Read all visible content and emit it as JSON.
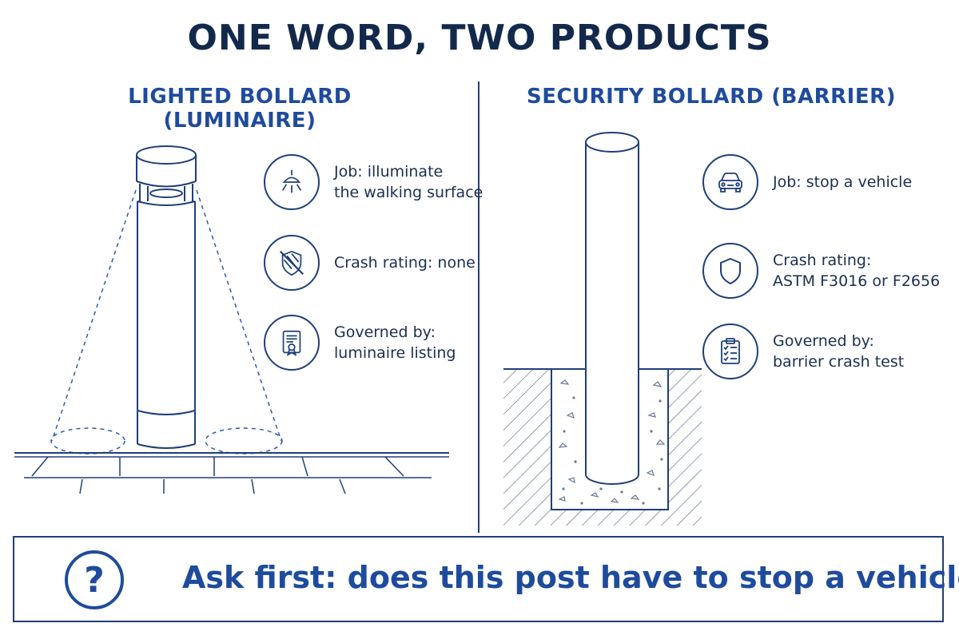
{
  "title": "ONE WORD, TWO PRODUCTS",
  "left": {
    "heading": "LIGHTED BOLLARD (LUMINAIRE)",
    "features": [
      {
        "icon": "ceiling-light-icon",
        "lines": [
          "Job: illuminate",
          "the walking surface"
        ]
      },
      {
        "icon": "crossed-shield-icon",
        "lines": [
          "Crash rating: none"
        ]
      },
      {
        "icon": "certificate-icon",
        "lines": [
          "Governed by:",
          "luminaire listing"
        ]
      }
    ]
  },
  "right": {
    "heading": "SECURITY BOLLARD (BARRIER)",
    "features": [
      {
        "icon": "car-icon",
        "lines": [
          "Job: stop a vehicle"
        ]
      },
      {
        "icon": "shield-icon",
        "lines": [
          "Crash rating:",
          "ASTM F3016 or F2656"
        ]
      },
      {
        "icon": "clipboard-checklist-icon",
        "lines": [
          "Governed by:",
          "barrier crash test"
        ]
      }
    ]
  },
  "callout": {
    "icon": "question-icon",
    "symbol": "?",
    "text": "Ask first: does this post have to stop a vehicle?"
  },
  "colors": {
    "navy": "#13294b",
    "accent_blue": "#1e4b9c",
    "line": "#1f3f7a"
  }
}
